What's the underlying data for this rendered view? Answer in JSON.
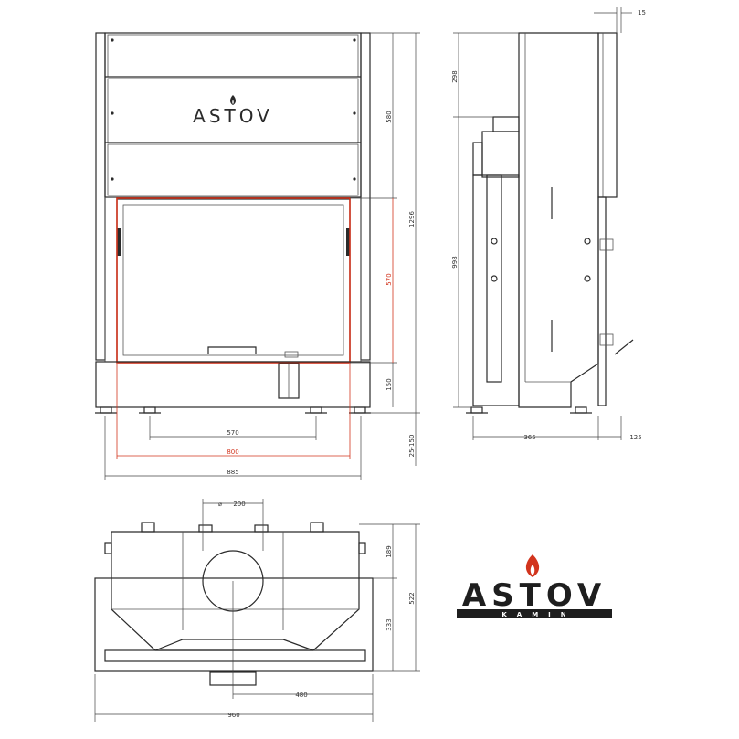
{
  "front_view": {
    "brand_label": "ASTOV",
    "dimensions": {
      "top_section": "580",
      "door_height": "570",
      "base_height": "150",
      "total_height": "1296",
      "feet": "25-150",
      "feet_spacing": "570",
      "door_width": "800",
      "total_width": "885"
    }
  },
  "side_view": {
    "dimensions": {
      "top_offset": "15",
      "upper": "298",
      "lower": "998",
      "depth": "365",
      "rear": "125"
    }
  },
  "top_view": {
    "dimensions": {
      "flue_diameter": "200",
      "rear_depth": "189",
      "front_depth": "333",
      "total_depth": "522",
      "flue_offset": "480",
      "total_width": "960"
    }
  },
  "logo": {
    "name": "ASTOV",
    "subtitle": "KAMIN",
    "flame_color": "#d2341d"
  },
  "colors": {
    "highlight": "#d2341d",
    "line": "#2a2a2a"
  }
}
